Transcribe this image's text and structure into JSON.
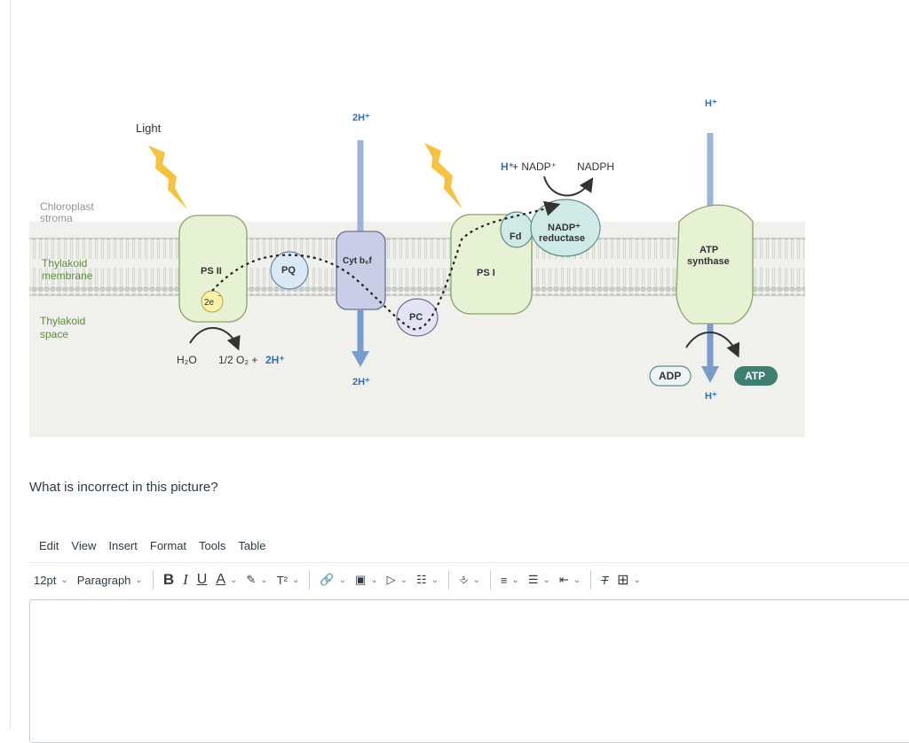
{
  "diagram": {
    "light_left": "Light",
    "chloroplast_stroma": [
      "Chloroplast",
      "stroma"
    ],
    "thylakoid_membrane": [
      "Thylakoid",
      "membrane"
    ],
    "thylakoid_space": [
      "Thylakoid",
      "space"
    ],
    "ps2": "PS II",
    "electrons": "2e",
    "pq": "PQ",
    "cyt": "Cyt b₆f",
    "pc": "PC",
    "ps1": "PS I",
    "fd": "Fd",
    "nadp_reductase": [
      "NADP⁺",
      "reductase"
    ],
    "atp_synthase": [
      "ATP",
      "synthase"
    ],
    "h2o": "H₂O",
    "o2": "1/2 O₂ +",
    "two_h_plus": "2H⁺",
    "top_2h": "2H⁺",
    "bottom_2h": "2H⁺",
    "h_nadp_h": "H⁺",
    "h_nadp_rest": "+ NADP⁺",
    "nadph": "NADPH",
    "h_top_atp": "H⁺",
    "h_bottom_atp": "H⁺",
    "adp": "ADP",
    "atp": "ATP",
    "colors": {
      "background": "#f0f1ec",
      "blue_label": "#2f6fba",
      "green_label": "#5e8a3e",
      "lightning": "#f5c242",
      "ps_fill": "#e6f2d3",
      "teal_fill": "#cfe9e6",
      "atp_fill": "#3f7f72"
    }
  },
  "question": "What is incorrect in this picture?",
  "menu": [
    "Edit",
    "View",
    "Insert",
    "Format",
    "Tools",
    "Table"
  ],
  "toolbar": {
    "font_size": "12pt",
    "block_format": "Paragraph",
    "bold": "B",
    "italic": "I",
    "underline": "U",
    "text_color": "A",
    "superscript": "T²"
  }
}
